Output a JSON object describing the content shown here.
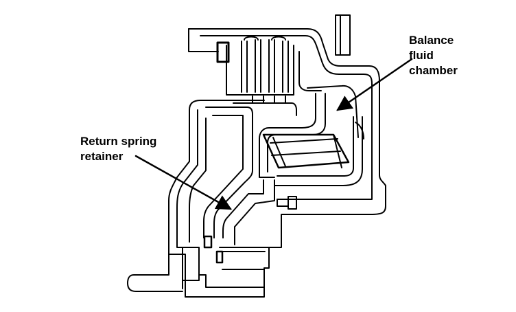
{
  "labels": {
    "balance_fluid_chamber": [
      "Balance",
      "fluid",
      "chamber"
    ],
    "return_spring_retainer": [
      "Return spring",
      "retainer"
    ]
  },
  "colors": {
    "ink": "#000000",
    "paper": "#ffffff"
  }
}
